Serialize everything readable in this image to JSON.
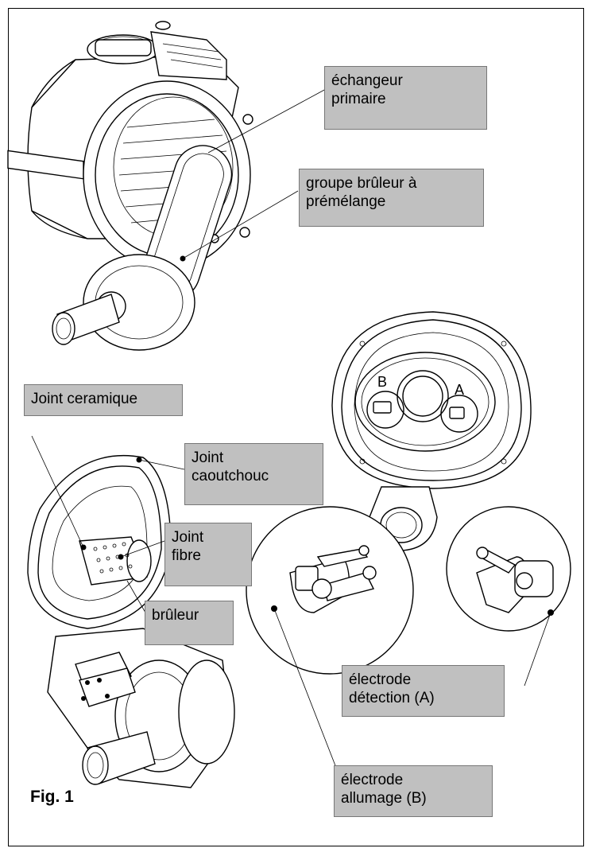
{
  "labels": {
    "echangeur": "échangeur\nprimaire",
    "groupe": "groupe brûleur à\nprémélange",
    "joint_ceramique": "Joint ceramique",
    "joint_caoutchouc": "Joint\ncaoutchouc",
    "joint_fibre": "Joint\nfibre",
    "bruleur": "brûleur",
    "detection": "électrode\ndétection (A)",
    "allumage": "électrode\nallumage (B)"
  },
  "markers": {
    "a": "A",
    "b": "B"
  },
  "figure_caption": "Fig. 1"
}
